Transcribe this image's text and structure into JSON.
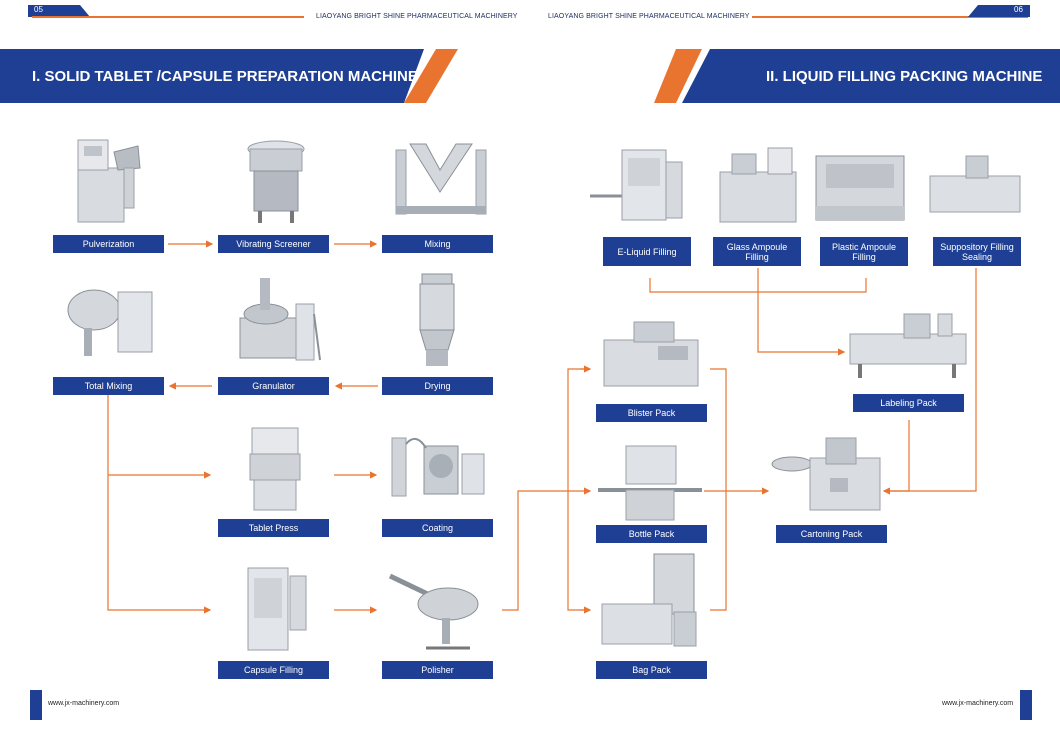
{
  "header": {
    "left_page": "05",
    "right_page": "06",
    "company_left": "LIAOYANG BRIGHT SHINE PHARMACEUTICAL MACHINERY",
    "company_right": "LIAOYANG BRIGHT SHINE PHARMACEUTICAL MACHINERY"
  },
  "sections": {
    "left_title": "I. SOLID TABLET /CAPSULE PREPARATION MACHINE",
    "right_title": "II. LIQUID FILLING PACKING MACHINE"
  },
  "solid_line": {
    "pulverization": "Pulverization",
    "vibrating_screener": "Vibrating Screener",
    "mixing": "Mixing",
    "total_mixing": "Total Mixing",
    "granulator": "Granulator",
    "drying": "Drying",
    "tablet_press": "Tablet Press",
    "coating": "Coating",
    "capsule_filling": "Capsule Filling",
    "polisher": "Polisher"
  },
  "packing": {
    "blister_pack": "Blister Pack",
    "bottle_pack": "Bottle Pack",
    "bag_pack": "Bag Pack",
    "cartoning_pack": "Cartoning Pack",
    "labeling_pack": "Labeling Pack"
  },
  "liquid_line": {
    "e_liquid_filling": "E-Liquid Filling",
    "glass_ampoule_filling": "Glass Ampoule Filling",
    "plastic_ampoule_filling": "Plastic Ampoule Filling",
    "suppository_filling_sealing": "Suppository Filling Sealing"
  },
  "footer": {
    "url_left": "www.jx-machinery.com",
    "url_right": "www.jx-machinery.com"
  },
  "colors": {
    "navy": "#1e3f94",
    "orange": "#e8742f"
  }
}
